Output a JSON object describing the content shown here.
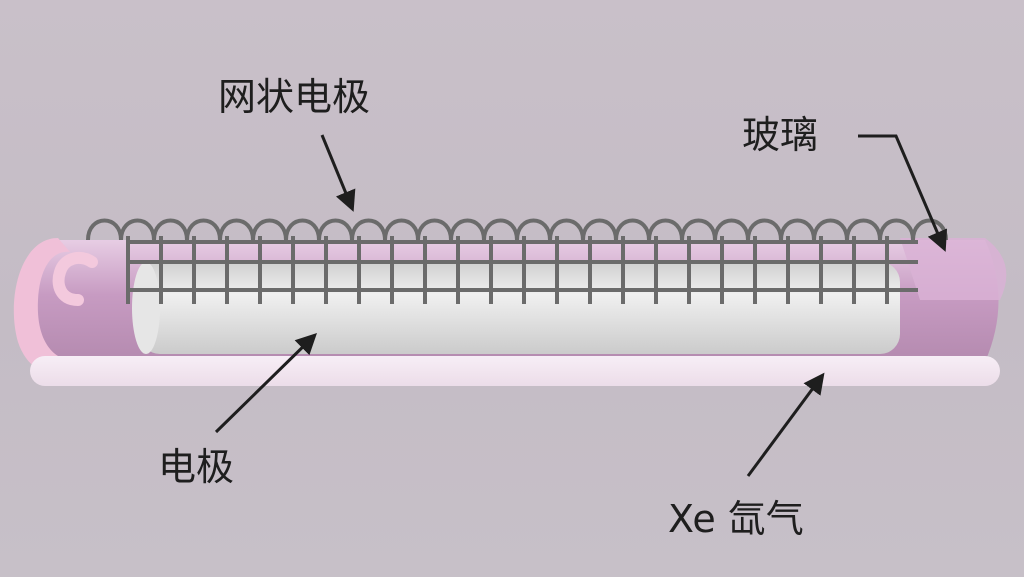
{
  "labels": {
    "mesh_electrode": "网状电极",
    "glass": "玻璃",
    "electrode": "电极",
    "xe_gas": "Xe 氙气"
  },
  "colors": {
    "background": "#c6bec7",
    "glass_tube": "#c9a0c6",
    "glass_edge": "#f2c6dc",
    "inner_rod": "#dcdcdc",
    "mesh_wire": "#6b6b6b",
    "outer_tube_bottom": "#f3e7f1",
    "arrow": "#1e1e1e"
  }
}
